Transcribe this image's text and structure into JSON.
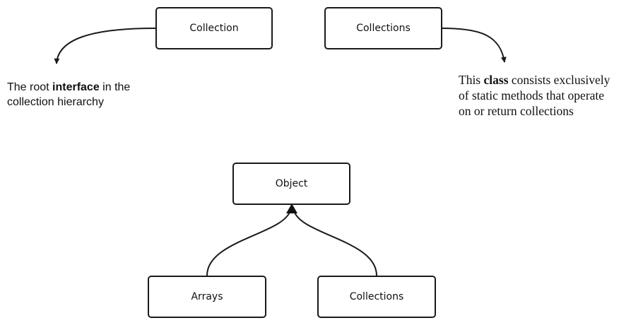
{
  "nodes": {
    "collection": "Collection",
    "collections_top": "Collections",
    "object": "Object",
    "arrays": "Arrays",
    "collections_bottom": "Collections"
  },
  "notes": {
    "collection": {
      "before": "The root ",
      "bold": "interface",
      "after_line1": " in the",
      "line2": "collection hierarchy"
    },
    "collections": {
      "before": "This ",
      "bold": "class",
      "after_line1": " consists exclusively",
      "line2": "of static methods that operate",
      "line3": "on or return collections"
    }
  },
  "colors": {
    "stroke": "#1a1a1a",
    "text": "#111111",
    "background": "#ffffff"
  }
}
